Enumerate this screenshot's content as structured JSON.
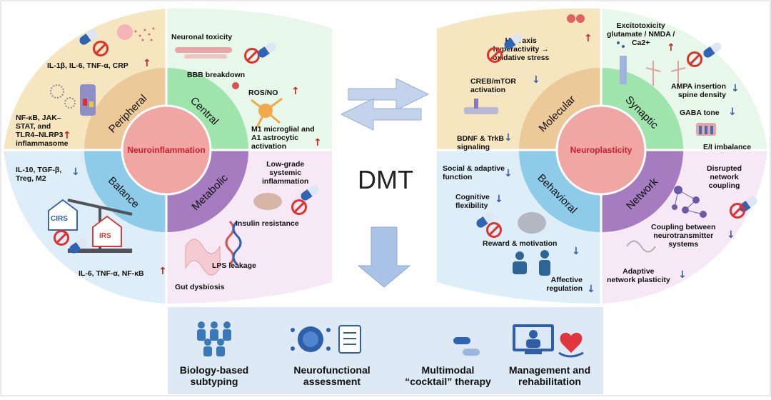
{
  "center": {
    "title": "DMT",
    "left_hub": "Neuroinflammation",
    "right_hub": "Neuroplasticity"
  },
  "left": {
    "quadrants": {
      "peripheral": "Peripheral",
      "central": "Central",
      "balance": "Balance",
      "metabolic": "Metabolic"
    },
    "peripheral_items": [
      "IL-1β, IL-6, TNF-α, CRP",
      "NF-κB, JAK–\nSTAT, and\nTLR4–NLRP3\ninflammasome"
    ],
    "central_items": [
      "Neuronal toxicity",
      "BBB breakdown",
      "ROS/NO",
      "M1 microglial and\nA1 astrocytic\nactivation"
    ],
    "balance_items": [
      "IL-10, TGF-β,\nTreg, M2",
      "IL-6, TNF-α, NF-κB"
    ],
    "balance_tags": [
      "CIRS",
      "IRS"
    ],
    "metabolic_items": [
      "Low-grade\nsystemic\ninflammation",
      "Insulin resistance",
      "LPS leakage",
      "Gut dysbiosis"
    ]
  },
  "right": {
    "quadrants": {
      "molecular": "Molecular",
      "synaptic": "Synaptic",
      "behavioral": "Behavioral",
      "network": "Network"
    },
    "molecular_items": [
      "HPA axis\nhyperactivity →\noxidative stress",
      "CREB/mTOR\nactivation",
      "BDNF & TrkB\nsignaling"
    ],
    "synaptic_items": [
      "Excitotoxicity\nglutamate / NMDA /\nCa2+",
      "AMPA insertion\nspine density",
      "GABA tone",
      "E/I imbalance"
    ],
    "behavioral_items": [
      "Social & adaptive\nfunction",
      "Cognitive\nflexibility",
      "Reward & motivation",
      "Affective\nregulation"
    ],
    "network_items": [
      "Disrupted\nnetwork\ncoupling",
      "Coupling between\nneurotransmitter\nsystems",
      "Adaptive\nnetwork plasticity"
    ]
  },
  "bottom": [
    "Biology-based\nsubtyping",
    "Neurofunctional\nassessment",
    "Multimodal\n“cocktail” therapy",
    "Management and\nrehabilitation"
  ],
  "colors": {
    "peripheral": "#f6e6bf",
    "central": "#c8edd0",
    "balance": "#7ec4e6",
    "metabolic": "#a57cc0",
    "hub": "#f0a6a3",
    "hub_text": "#cc1f2b",
    "up_arrow": "#d21f1f",
    "down_arrow": "#3b5aa5"
  },
  "icons": [
    "no-symbol-icon",
    "pill-capsule-icon",
    "cell-icon",
    "neuron-icon",
    "astrocyte-icon",
    "receptor-icon",
    "scale-icon",
    "gut-icon",
    "dna-icon",
    "brain-icon",
    "people-icon",
    "ai-network-icon",
    "checklist-icon",
    "doctor-screen-icon",
    "heart-hand-icon",
    "exchange-arrows-icon",
    "down-arrow-icon"
  ]
}
